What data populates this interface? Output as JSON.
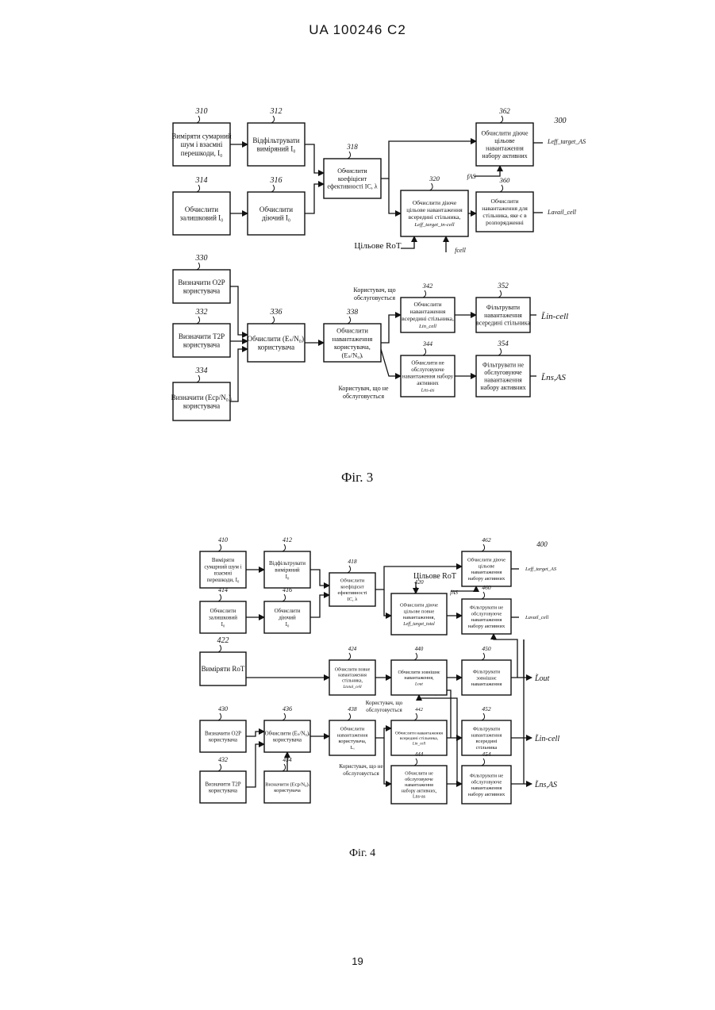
{
  "header": "UA   100246   C2",
  "page_number": "19",
  "fig3": {
    "caption": "Фіг. 3",
    "ref": "300",
    "b310": {
      "num": "310",
      "lines": [
        "Виміряти сумарний",
        "шум і взаємні",
        "перешкоди, I₀"
      ]
    },
    "b312": {
      "num": "312",
      "lines": [
        "Відфільтрувати",
        "виміряний I₀"
      ]
    },
    "b314": {
      "num": "314",
      "lines": [
        "Обчислити",
        "залишковий I₀"
      ]
    },
    "b316": {
      "num": "316",
      "lines": [
        "Обчислити",
        "діючий I₀"
      ]
    },
    "b318": {
      "num": "318",
      "lines": [
        "Обчислити",
        "коефіцієнт",
        "ефективності IC, λ"
      ]
    },
    "b320": {
      "num": "320",
      "lines": [
        "Обчислити діюче",
        "цільове навантаження",
        "всередині стільника,"
      ],
      "sub": "Leff_target_in-cell"
    },
    "b362": {
      "num": "362",
      "lines": [
        "Обчислити діюче",
        "цільове",
        "навантаження",
        "набору активних"
      ]
    },
    "b360": {
      "num": "360",
      "lines": [
        "Обчислити",
        "навантаження для",
        "стільника, яке є в",
        "розпорядженні"
      ]
    },
    "b330": {
      "num": "330",
      "lines": [
        "Визначити O2P",
        "користувача"
      ]
    },
    "b332": {
      "num": "332",
      "lines": [
        "Визначити T2P",
        "користувача"
      ]
    },
    "b334": {
      "num": "334",
      "lines": [
        "Визначити (Ecp/N₀)ᵢ",
        "користувача"
      ]
    },
    "b336": {
      "num": "336",
      "lines": [
        "Обчислити (Eₛ/N₀)ᵢ",
        "користувача"
      ]
    },
    "b338": {
      "num": "338",
      "lines": [
        "Обчислити",
        "навантаження",
        "користувача,",
        "(Eₛ/N₀)ᵢ"
      ]
    },
    "b342": {
      "num": "342",
      "lines": [
        "Обчислити",
        "навантаження",
        "всередині стільника,"
      ],
      "sub": "Lin_cell"
    },
    "b344": {
      "num": "344",
      "lines": [
        "Обчислити не",
        "обслуговуюче",
        "навантаження набору",
        "активних"
      ],
      "sub": "Lns-as"
    },
    "b352": {
      "num": "352",
      "lines": [
        "Фільтрувати",
        "навантаження",
        "всередині стільника"
      ]
    },
    "b354": {
      "num": "354",
      "lines": [
        "Фільтрувати не",
        "обслуговуюче",
        "навантаження",
        "набору активних"
      ]
    },
    "target_rot": "Цільове RoT",
    "f_as": "fAS",
    "f_cell": "fcell",
    "out_eff": "Leff_target_AS",
    "out_avail": "Lavail_cell",
    "out_in_cell": "L̃in-cell",
    "out_ns_as": "L̃ns,AS",
    "served": [
      "Користувач, що",
      "обслуговується"
    ],
    "not_served": [
      "Користувач, що не",
      "обслуговується"
    ]
  },
  "fig4": {
    "caption": "Фіг. 4",
    "ref": "400",
    "b410": {
      "num": "410",
      "lines": [
        "Виміряти",
        "сумарний шум і",
        "взаємні",
        "перешкоди, I₀"
      ]
    },
    "b412": {
      "num": "412",
      "lines": [
        "Відфільтрувати",
        "виміряний",
        "I₀"
      ]
    },
    "b414": {
      "num": "414",
      "lines": [
        "Обчислити",
        "залишковий",
        "I₀"
      ]
    },
    "b416": {
      "num": "416",
      "lines": [
        "Обчислити",
        "діючий",
        "I₀"
      ]
    },
    "b418": {
      "num": "418",
      "lines": [
        "Обчислити",
        "коефіцієнт",
        "ефективності",
        "IC, λ"
      ]
    },
    "b420": {
      "num": "420",
      "lines": [
        "Обчислити діюче",
        "цільове повне",
        "навантаження,"
      ],
      "sub": "Leff_target_total"
    },
    "b462": {
      "num": "462",
      "lines": [
        "Обчислити діюче",
        "цільове",
        "навантаження",
        "набору активних"
      ]
    },
    "b460": {
      "num": "460",
      "lines": [
        "Фільтрувати не",
        "обслуговуюче",
        "навантаження",
        "набору активних"
      ]
    },
    "b422": {
      "num": "422",
      "lines": [
        "Виміряти RoT"
      ]
    },
    "b424": {
      "num": "424",
      "lines": [
        "Обчислити повне",
        "навантаження",
        "стільника,"
      ],
      "sub": "Ltotal_cell"
    },
    "b440": {
      "num": "440",
      "lines": [
        "Обчислити зовнішнє",
        "навантаження,"
      ],
      "sub": "Lout"
    },
    "b450": {
      "num": "450",
      "lines": [
        "Фільтрувати",
        "зовнішнє",
        "навантаження"
      ]
    },
    "b430": {
      "num": "430",
      "lines": [
        "Визначити O2P",
        "користувача"
      ]
    },
    "b432": {
      "num": "432",
      "lines": [
        "Визначити T2P",
        "користувача"
      ]
    },
    "b434": {
      "num": "434",
      "lines": [
        "Визначити (Ecp/N₀)ᵢ",
        "користувача"
      ]
    },
    "b436": {
      "num": "436",
      "lines": [
        "Обчислити (Eₛ/N₀)ᵢ",
        "користувача"
      ]
    },
    "b438": {
      "num": "438",
      "lines": [
        "Обчислити",
        "навантаження",
        "користувача,",
        "Lᵢ"
      ]
    },
    "b442": {
      "num": "442",
      "lines": [
        "Обчислити навантаження",
        "всередині стільника,"
      ],
      "sub": "Lin_cell"
    },
    "b444": {
      "num": "444",
      "lines": [
        "Обчислити не",
        "обслуговуюче",
        "навантаження",
        "набору активних,",
        "Lns-as"
      ]
    },
    "b452": {
      "num": "452",
      "lines": [
        "Фільтрувати",
        "навантаження",
        "всередині",
        "стільника"
      ]
    },
    "b454": {
      "num": "454",
      "lines": [
        "Фільтрувати не",
        "обслуговуюче",
        "навантаження",
        "набору активних"
      ]
    },
    "target_rot": "Цільове RoT",
    "f_as": "fAS",
    "out_eff": "Leff_target_AS",
    "out_avail": "Lavail_cell",
    "out_out": "L̃out",
    "out_in_cell": "L̃in-cell",
    "out_ns_as": "L̃ns,AS",
    "served": [
      "Користувач, що",
      "обслуговується"
    ],
    "not_served": [
      "Користувач, що не",
      "обслуговується"
    ]
  }
}
